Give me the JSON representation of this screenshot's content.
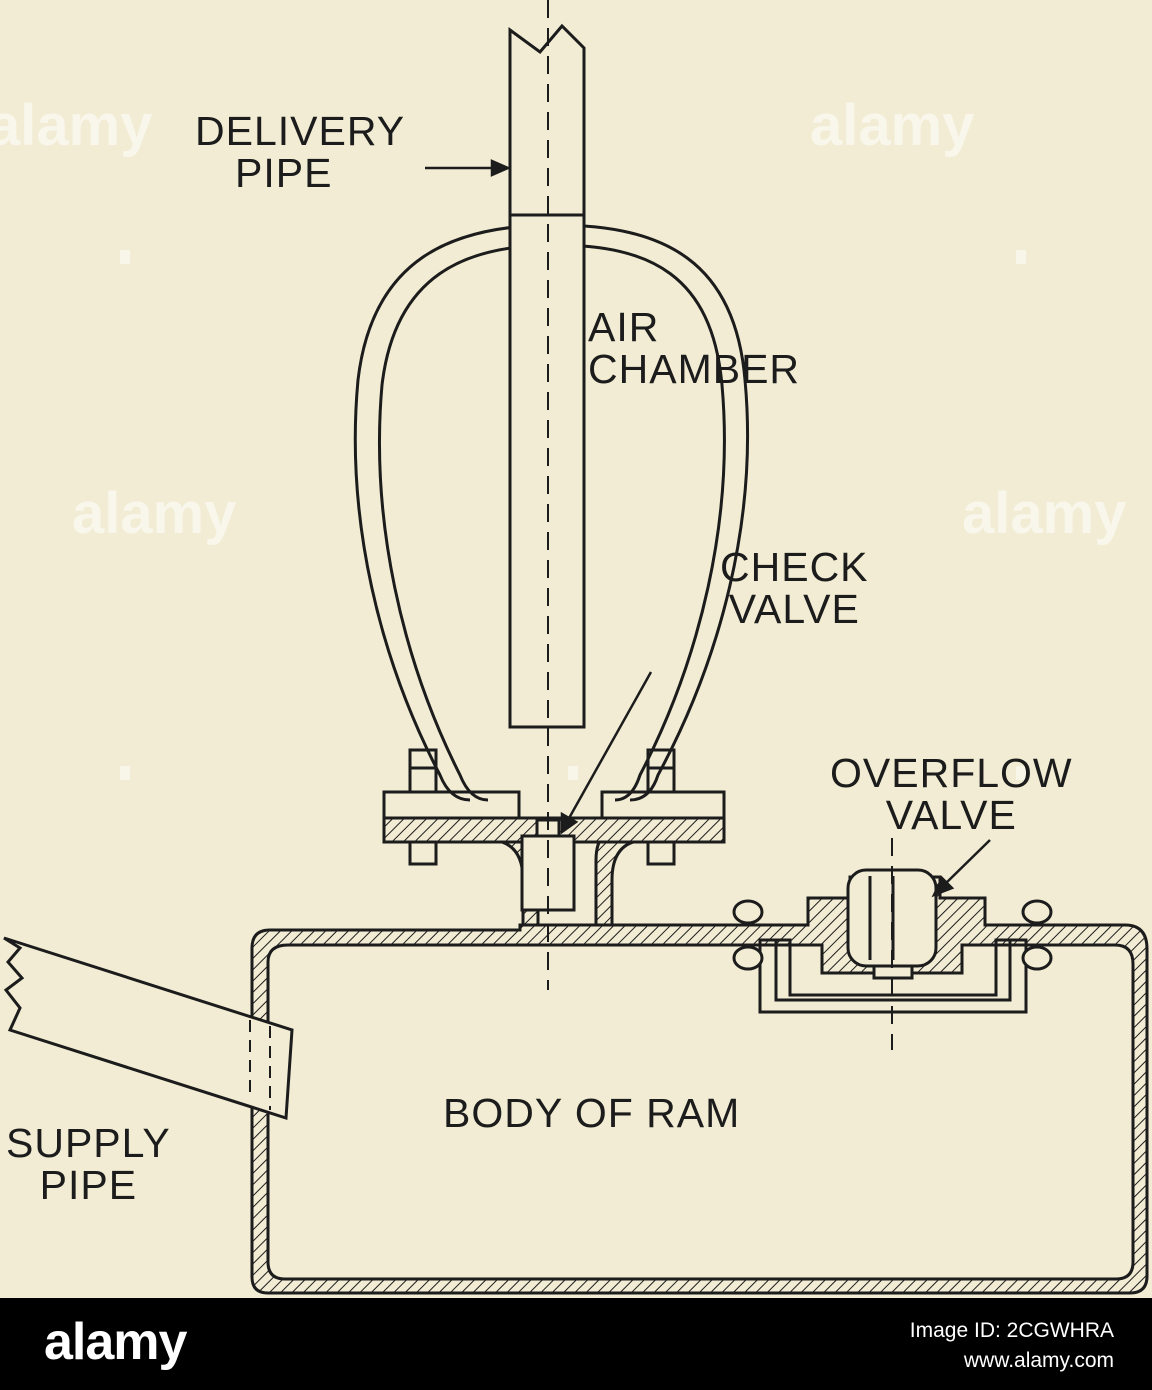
{
  "diagram": {
    "labels": {
      "delivery_pipe": [
        "DELIVERY",
        "PIPE"
      ],
      "air_chamber": [
        "AIR",
        "CHAMBER"
      ],
      "check_valve": [
        "CHECK",
        "VALVE"
      ],
      "overflow_valve": [
        "OVERFLOW",
        "VALVE"
      ],
      "body_of_ram": "BODY OF RAM",
      "supply_pipe": [
        "SUPPLY",
        "PIPE"
      ]
    },
    "colors": {
      "background": "#f1ecd3",
      "ink": "#1c1c1c"
    }
  },
  "watermark": {
    "text": "alamy"
  },
  "footer": {
    "logo": "alamy",
    "image_id": "Image ID: 2CGWHRA",
    "site": "www.alamy.com",
    "colors": {
      "background": "#000000",
      "text": "#ffffff"
    }
  }
}
